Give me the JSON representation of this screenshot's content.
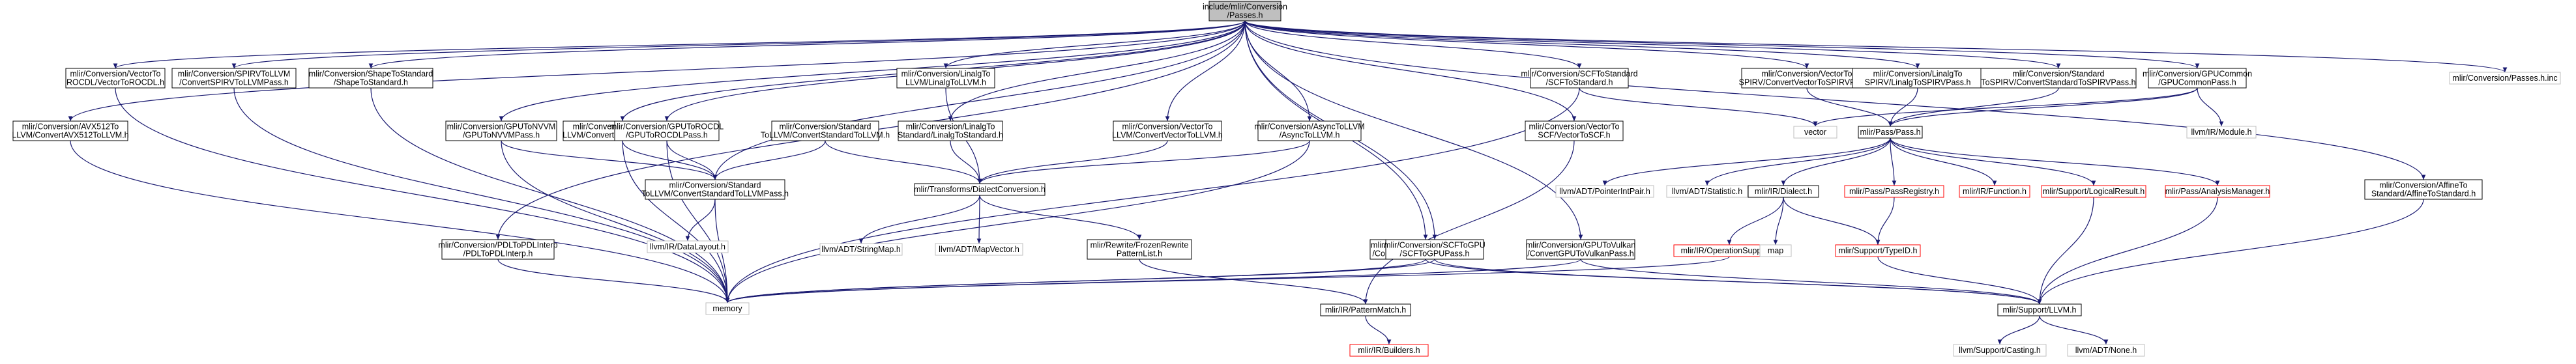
{
  "colors": {
    "root_fill": "#bfbfbf",
    "root_border": "#000000",
    "doc_fill": "#ffffff",
    "doc_border": "#000000",
    "missing_border": "#ff0000",
    "external_border": "#bfbfbf",
    "external_text": "#555555",
    "edge": "#191970"
  },
  "nodes": [
    {
      "id": "root",
      "kind": "root",
      "lines": [
        "include/mlir/Conversion",
        "/Passes.h"
      ]
    },
    {
      "id": "avx512",
      "kind": "doc",
      "lines": [
        "mlir/Conversion/AVX512To",
        "LLVM/ConvertAVX512ToLLVM.h"
      ]
    },
    {
      "id": "vec_rocdl",
      "kind": "doc",
      "lines": [
        "mlir/Conversion/VectorTo",
        "ROCDL/VectorToROCDL.h"
      ]
    },
    {
      "id": "spirv_llvm",
      "kind": "doc",
      "lines": [
        "mlir/Conversion/SPIRVToLLVM",
        "/ConvertSPIRVToLLVMPass.h"
      ]
    },
    {
      "id": "shape_std",
      "kind": "doc",
      "lines": [
        "mlir/Conversion/ShapeToStandard",
        "/ShapeToStandard.h"
      ]
    },
    {
      "id": "gpu_nvvm",
      "kind": "doc",
      "lines": [
        "mlir/Conversion/GPUToNVVM",
        "/GPUToNVVMPass.h"
      ]
    },
    {
      "id": "pdl",
      "kind": "doc",
      "lines": [
        "mlir/Conversion/PDLToPDLInterp",
        "/PDLToPDLInterp.h"
      ]
    },
    {
      "id": "openmp",
      "kind": "doc",
      "lines": [
        "mlir/Conversion/OpenMPTo",
        "LLVM/ConvertOpenMPToLLVM.h"
      ]
    },
    {
      "id": "gpu_rocdl",
      "kind": "doc",
      "lines": [
        "mlir/Conversion/GPUToROCDL",
        "/GPUToROCDLPass.h"
      ]
    },
    {
      "id": "linalg_llvm",
      "kind": "doc",
      "lines": [
        "mlir/Conversion/LinalgTo",
        "LLVM/LinalgToLLVM.h"
      ]
    },
    {
      "id": "std_llvm",
      "kind": "doc",
      "lines": [
        "mlir/Conversion/Standard",
        "ToLLVM/ConvertStandardToLLVM.h"
      ]
    },
    {
      "id": "linalg_std",
      "kind": "doc",
      "lines": [
        "mlir/Conversion/LinalgTo",
        "Standard/LinalgToStandard.h"
      ]
    },
    {
      "id": "vec_llvm",
      "kind": "doc",
      "lines": [
        "mlir/Conversion/VectorTo",
        "LLVM/ConvertVectorToLLVM.h"
      ]
    },
    {
      "id": "async_llvm",
      "kind": "doc",
      "lines": [
        "mlir/Conversion/AsyncToLLVM",
        "/AsyncToLLVM.h"
      ]
    },
    {
      "id": "std_llvm_pass",
      "kind": "doc",
      "lines": [
        "mlir/Conversion/Standard",
        "ToLLVM/ConvertStandardToLLVMPass.h"
      ]
    },
    {
      "id": "dialect_conv",
      "kind": "doc",
      "lines": [
        "mlir/Transforms/DialectConversion.h"
      ]
    },
    {
      "id": "gpu_spirv",
      "kind": "doc",
      "lines": [
        "mlir/Conversion/GPUToSPIRV",
        "/ConvertGPUToSPIRVPass.h"
      ]
    },
    {
      "id": "scf_gpu",
      "kind": "doc",
      "lines": [
        "mlir/Conversion/SCFToGPU",
        "/SCFToGPUPass.h"
      ]
    },
    {
      "id": "scf_std",
      "kind": "doc",
      "lines": [
        "mlir/Conversion/SCFToStandard",
        "/SCFToStandard.h"
      ]
    },
    {
      "id": "vec_scf",
      "kind": "doc",
      "lines": [
        "mlir/Conversion/VectorTo",
        "SCF/VectorToSCF.h"
      ]
    },
    {
      "id": "vec_spirv",
      "kind": "doc",
      "lines": [
        "mlir/Conversion/VectorTo",
        "SPIRV/ConvertVectorToSPIRVPass.h"
      ]
    },
    {
      "id": "linalg_spirv",
      "kind": "doc",
      "lines": [
        "mlir/Conversion/LinalgTo",
        "SPIRV/LinalgToSPIRVPass.h"
      ]
    },
    {
      "id": "std_spirv",
      "kind": "doc",
      "lines": [
        "mlir/Conversion/Standard",
        "ToSPIRV/ConvertStandardToSPIRVPass.h"
      ]
    },
    {
      "id": "gpu_common",
      "kind": "doc",
      "lines": [
        "mlir/Conversion/GPUCommon",
        "/GPUCommonPass.h"
      ]
    },
    {
      "id": "affine_std",
      "kind": "doc",
      "lines": [
        "mlir/Conversion/AffineTo",
        "Standard/AffineToStandard.h"
      ]
    },
    {
      "id": "passes_inc",
      "kind": "ext",
      "lines": [
        "mlir/Conversion/Passes.h.inc"
      ]
    },
    {
      "id": "vector",
      "kind": "ext",
      "lines": [
        "vector"
      ]
    },
    {
      "id": "llvm_module",
      "kind": "ext",
      "lines": [
        "llvm/IR/Module.h"
      ]
    },
    {
      "id": "pass",
      "kind": "doc",
      "lines": [
        "mlir/Pass/Pass.h"
      ]
    },
    {
      "id": "rewrite_frozen",
      "kind": "doc",
      "lines": [
        "mlir/Rewrite/FrozenRewrite",
        "PatternList.h"
      ]
    },
    {
      "id": "gpu_vulkan",
      "kind": "doc",
      "lines": [
        "mlir/Conversion/GPUToVulkan",
        "/ConvertGPUToVulkanPass.h"
      ]
    },
    {
      "id": "data_layout",
      "kind": "ext",
      "lines": [
        "llvm/IR/DataLayout.h"
      ]
    },
    {
      "id": "string_map",
      "kind": "ext",
      "lines": [
        "llvm/ADT/StringMap.h"
      ]
    },
    {
      "id": "map_vector",
      "kind": "ext",
      "lines": [
        "llvm/ADT/MapVector.h"
      ]
    },
    {
      "id": "pointer_int",
      "kind": "ext",
      "lines": [
        "llvm/ADT/PointerIntPair.h"
      ]
    },
    {
      "id": "statistic",
      "kind": "ext",
      "lines": [
        "llvm/ADT/Statistic.h"
      ]
    },
    {
      "id": "ir_dialect",
      "kind": "doc",
      "lines": [
        "mlir/IR/Dialect.h"
      ]
    },
    {
      "id": "pass_registry",
      "kind": "missing",
      "lines": [
        "mlir/Pass/PassRegistry.h"
      ]
    },
    {
      "id": "ir_function",
      "kind": "missing",
      "lines": [
        "mlir/IR/Function.h"
      ]
    },
    {
      "id": "logical_result",
      "kind": "missing",
      "lines": [
        "mlir/Support/LogicalResult.h"
      ]
    },
    {
      "id": "analysis_mgr",
      "kind": "missing",
      "lines": [
        "mlir/Pass/AnalysisManager.h"
      ]
    },
    {
      "id": "op_support",
      "kind": "missing",
      "lines": [
        "mlir/IR/OperationSupport.h"
      ]
    },
    {
      "id": "map",
      "kind": "ext",
      "lines": [
        "map"
      ]
    },
    {
      "id": "type_id",
      "kind": "missing",
      "lines": [
        "mlir/Support/TypeID.h"
      ]
    },
    {
      "id": "memory",
      "kind": "ext",
      "lines": [
        "memory"
      ]
    },
    {
      "id": "pattern_match",
      "kind": "doc",
      "lines": [
        "mlir/IR/PatternMatch.h"
      ]
    },
    {
      "id": "support_llvm",
      "kind": "doc",
      "lines": [
        "mlir/Support/LLVM.h"
      ]
    },
    {
      "id": "builders",
      "kind": "missing",
      "lines": [
        "mlir/IR/Builders.h"
      ]
    },
    {
      "id": "casting",
      "kind": "ext",
      "lines": [
        "llvm/Support/Casting.h"
      ]
    },
    {
      "id": "none",
      "kind": "ext",
      "lines": [
        "llvm/ADT/None.h"
      ]
    }
  ],
  "edges": [
    [
      "root",
      "avx512"
    ],
    [
      "root",
      "vec_rocdl"
    ],
    [
      "root",
      "spirv_llvm"
    ],
    [
      "root",
      "shape_std"
    ],
    [
      "root",
      "gpu_nvvm"
    ],
    [
      "root",
      "pdl"
    ],
    [
      "root",
      "openmp"
    ],
    [
      "root",
      "gpu_rocdl"
    ],
    [
      "root",
      "linalg_llvm"
    ],
    [
      "root",
      "linalg_std"
    ],
    [
      "root",
      "vec_llvm"
    ],
    [
      "root",
      "async_llvm"
    ],
    [
      "root",
      "gpu_spirv"
    ],
    [
      "root",
      "scf_gpu"
    ],
    [
      "root",
      "scf_std"
    ],
    [
      "root",
      "vec_scf"
    ],
    [
      "root",
      "vec_spirv"
    ],
    [
      "root",
      "linalg_spirv"
    ],
    [
      "root",
      "std_spirv"
    ],
    [
      "root",
      "gpu_common"
    ],
    [
      "root",
      "affine_std"
    ],
    [
      "root",
      "passes_inc"
    ],
    [
      "root",
      "gpu_vulkan"
    ],
    [
      "root",
      "std_llvm_pass"
    ],
    [
      "avx512",
      "memory"
    ],
    [
      "vec_rocdl",
      "memory"
    ],
    [
      "spirv_llvm",
      "memory"
    ],
    [
      "shape_std",
      "memory"
    ],
    [
      "gpu_nvvm",
      "std_llvm_pass"
    ],
    [
      "gpu_nvvm",
      "memory"
    ],
    [
      "pdl",
      "memory"
    ],
    [
      "openmp",
      "std_llvm_pass"
    ],
    [
      "openmp",
      "memory"
    ],
    [
      "gpu_rocdl",
      "std_llvm_pass"
    ],
    [
      "gpu_rocdl",
      "memory"
    ],
    [
      "linalg_llvm",
      "dialect_conv"
    ],
    [
      "std_llvm",
      "std_llvm_pass"
    ],
    [
      "std_llvm",
      "dialect_conv"
    ],
    [
      "linalg_std",
      "dialect_conv"
    ],
    [
      "vec_llvm",
      "dialect_conv"
    ],
    [
      "async_llvm",
      "dialect_conv"
    ],
    [
      "async_llvm",
      "memory"
    ],
    [
      "std_llvm_pass",
      "data_layout"
    ],
    [
      "std_llvm_pass",
      "memory"
    ],
    [
      "dialect_conv",
      "string_map"
    ],
    [
      "dialect_conv",
      "map_vector"
    ],
    [
      "dialect_conv",
      "rewrite_frozen"
    ],
    [
      "rewrite_frozen",
      "pattern_match"
    ],
    [
      "gpu_spirv",
      "memory"
    ],
    [
      "gpu_spirv",
      "support_llvm"
    ],
    [
      "scf_gpu",
      "memory"
    ],
    [
      "scf_gpu",
      "support_llvm"
    ],
    [
      "scf_std",
      "vector"
    ],
    [
      "scf_std",
      "memory"
    ],
    [
      "vec_scf",
      "pattern_match"
    ],
    [
      "vec_spirv",
      "pass"
    ],
    [
      "linalg_spirv",
      "pass"
    ],
    [
      "std_spirv",
      "pass"
    ],
    [
      "gpu_common",
      "vector"
    ],
    [
      "gpu_common",
      "llvm_module"
    ],
    [
      "gpu_common",
      "pass"
    ],
    [
      "affine_std",
      "support_llvm"
    ],
    [
      "gpu_vulkan",
      "memory"
    ],
    [
      "gpu_vulkan",
      "support_llvm"
    ],
    [
      "pass",
      "pointer_int"
    ],
    [
      "pass",
      "statistic"
    ],
    [
      "pass",
      "ir_dialect"
    ],
    [
      "pass",
      "pass_registry"
    ],
    [
      "pass",
      "ir_function"
    ],
    [
      "pass",
      "logical_result"
    ],
    [
      "pass",
      "analysis_mgr"
    ],
    [
      "ir_dialect",
      "op_support"
    ],
    [
      "ir_dialect",
      "map"
    ],
    [
      "ir_dialect",
      "type_id"
    ],
    [
      "pass_registry",
      "type_id"
    ],
    [
      "op_support",
      "memory"
    ],
    [
      "logical_result",
      "support_llvm"
    ],
    [
      "analysis_mgr",
      "support_llvm"
    ],
    [
      "type_id",
      "support_llvm"
    ],
    [
      "pattern_match",
      "builders"
    ],
    [
      "support_llvm",
      "casting"
    ],
    [
      "support_llvm",
      "none"
    ]
  ]
}
